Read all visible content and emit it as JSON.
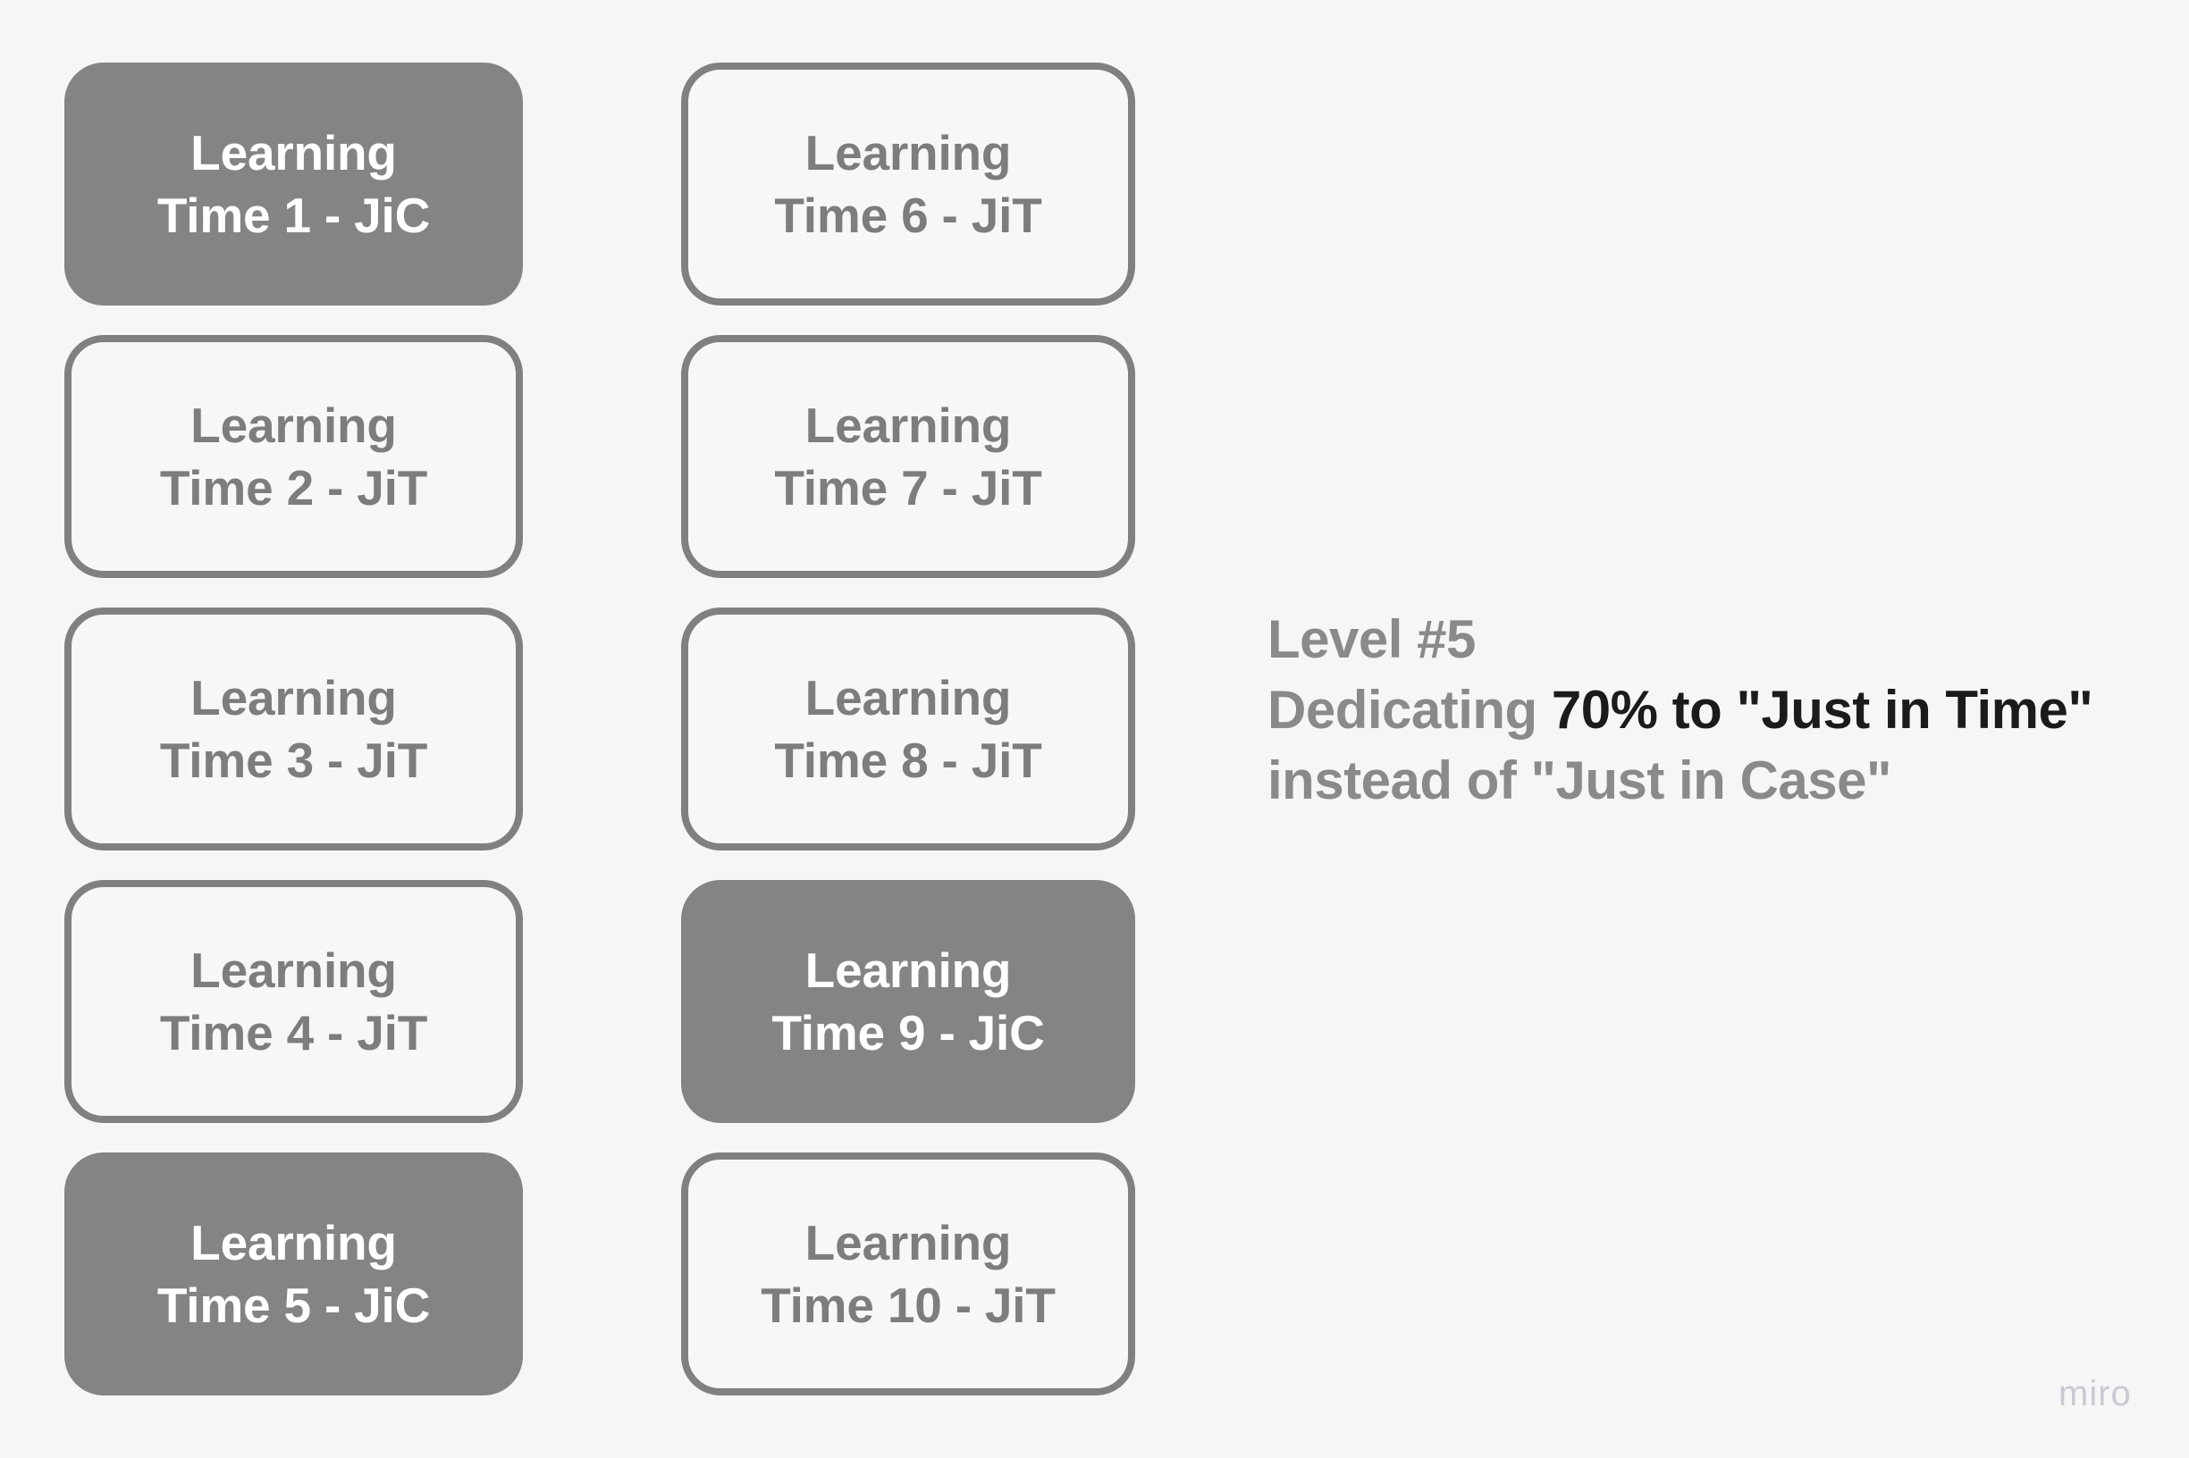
{
  "board": {
    "background_color": "#f6f6f6",
    "columns": [
      {
        "id": "column-1",
        "cards": [
          {
            "line1": "Learning",
            "line2": "Time 1 - JiC",
            "style": "filled",
            "mode": "JiC"
          },
          {
            "line1": "Learning",
            "line2": "Time 2 - JiT",
            "style": "outline",
            "mode": "JiT"
          },
          {
            "line1": "Learning",
            "line2": "Time 3 - JiT",
            "style": "outline",
            "mode": "JiT"
          },
          {
            "line1": "Learning",
            "line2": "Time 4 - JiT",
            "style": "outline",
            "mode": "JiT"
          },
          {
            "line1": "Learning",
            "line2": "Time 5 - JiC",
            "style": "filled",
            "mode": "JiC"
          }
        ]
      },
      {
        "id": "column-2",
        "cards": [
          {
            "line1": "Learning",
            "line2": "Time 6 - JiT",
            "style": "outline",
            "mode": "JiT"
          },
          {
            "line1": "Learning",
            "line2": "Time 7 - JiT",
            "style": "outline",
            "mode": "JiT"
          },
          {
            "line1": "Learning",
            "line2": "Time 8 - JiT",
            "style": "outline",
            "mode": "JiT"
          },
          {
            "line1": "Learning",
            "line2": "Time 9 - JiC",
            "style": "filled",
            "mode": "JiC"
          },
          {
            "line1": "Learning",
            "line2": "Time 10 - JiT",
            "style": "outline",
            "mode": "JiT"
          }
        ]
      }
    ]
  },
  "note": {
    "line1": "Level #5",
    "line2_prefix": "Dedicating ",
    "line2_emphasis": "70% to \"Just in Time\"",
    "line3": "instead of \"Just in Case\"",
    "text_color": "#8a8a8a",
    "emphasis_color": "#1b1b1b"
  },
  "watermark": {
    "label": "miro",
    "color": "#c9c9d4"
  },
  "colors": {
    "card_fill": "#848484",
    "card_border": "#808080",
    "card_outline_background": "#f7f7f7",
    "card_outline_text": "#7d7d7d",
    "card_filled_text": "#ffffff"
  }
}
